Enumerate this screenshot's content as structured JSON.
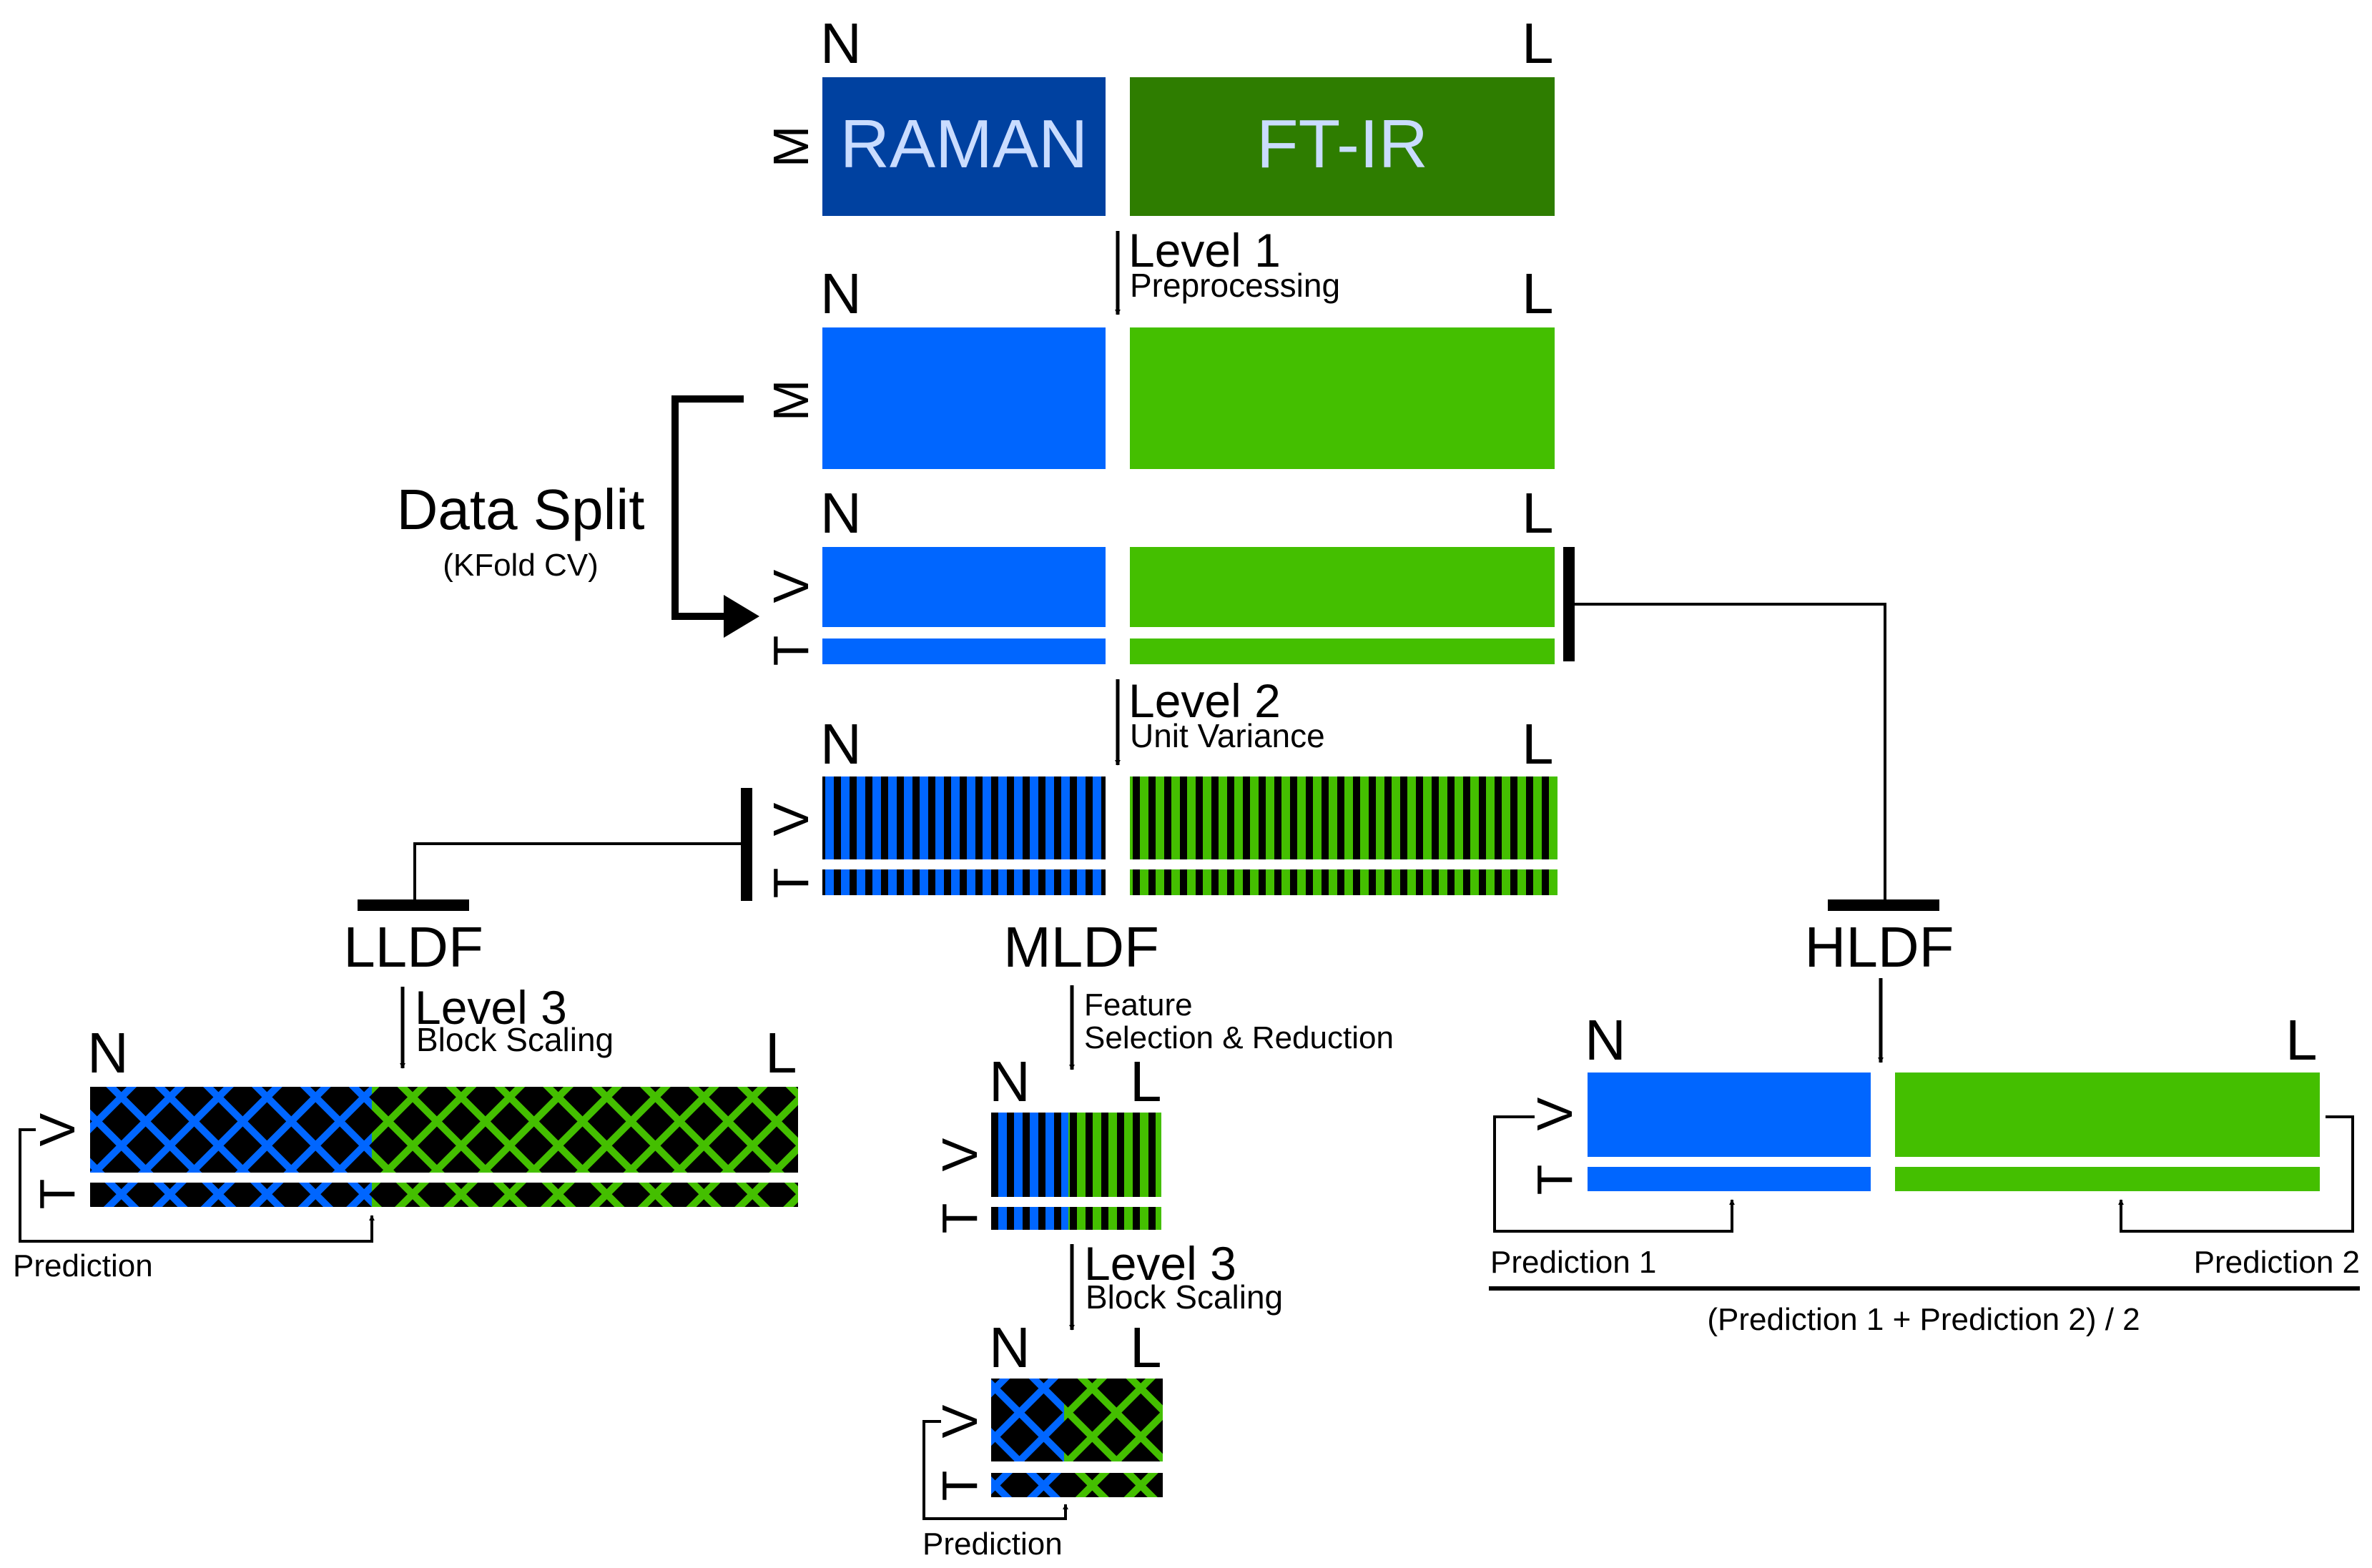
{
  "raw": {
    "raman": "RAMAN",
    "ftir": "FT-IR"
  },
  "axes": {
    "N": "N",
    "L": "L",
    "M": "M",
    "V": "V",
    "T": "T"
  },
  "levels": {
    "level1": {
      "title": "Level 1",
      "subtitle": "Preprocessing"
    },
    "level2": {
      "title": "Level 2",
      "subtitle": "Unit Variance"
    },
    "level3_lldf": {
      "title": "Level 3",
      "subtitle": "Block Scaling"
    },
    "level3_mldf": {
      "title": "Level 3",
      "subtitle": "Block Scaling"
    }
  },
  "split": {
    "title": "Data Split",
    "subtitle": "(KFold CV)"
  },
  "fusion": {
    "lldf": "LLDF",
    "mldf": "MLDF",
    "hldf": "HLDF"
  },
  "feature": {
    "line1": "Feature",
    "line2": "Selection & Reduction"
  },
  "predictions": {
    "lldf": "Prediction",
    "mldf": "Prediction",
    "hldf_1": "Prediction 1",
    "hldf_2": "Prediction 2",
    "hldf_avg": "(Prediction 1 + Prediction 2) / 2"
  },
  "colors": {
    "raman_raw": "#0041a0",
    "ftir_raw": "#2e7d00",
    "raman": "#0066ff",
    "ftir": "#44bf00",
    "raw_text": "#c9dcff"
  }
}
